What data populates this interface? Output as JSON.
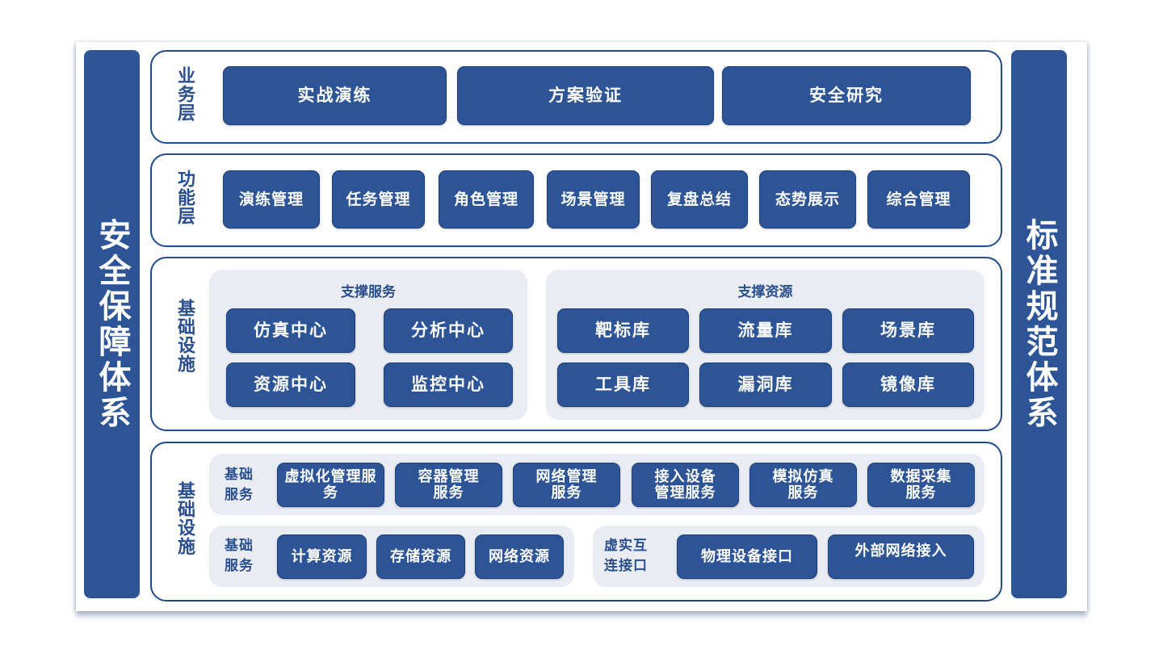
{
  "left_pillar": "安全保障体系",
  "right_pillar": "标准规范体系",
  "business": {
    "label": "业务层",
    "items": [
      "实战演练",
      "方案验证",
      "安全研究"
    ]
  },
  "function": {
    "label": "功能层",
    "items": [
      "演练管理",
      "任务管理",
      "角色管理",
      "场景管理",
      "复盘总结",
      "态势展示",
      "综合管理"
    ]
  },
  "infra1": {
    "label": "基础设施",
    "support_services": {
      "title": "支撑服务",
      "items": [
        "仿真中心",
        "分析中心",
        "资源中心",
        "监控中心"
      ]
    },
    "support_resources": {
      "title": "支撑资源",
      "items": [
        "靶标库",
        "流量库",
        "场景库",
        "工具库",
        "漏洞库",
        "镜像库"
      ]
    }
  },
  "infra2": {
    "label": "基础设施",
    "basic_services": {
      "label": "基础服务",
      "items": [
        "虚拟化管理服务",
        "容器管理服务",
        "网络管理服务",
        "接入设备管理服务",
        "模拟仿真服务",
        "数据采集服务"
      ]
    },
    "basic_resources": {
      "label": "基础服务",
      "items": [
        "计算资源",
        "存储资源",
        "网络资源"
      ]
    },
    "interfaces": {
      "label": "虚实互连接口",
      "items": [
        "物理设备接口",
        "外部网络接入"
      ]
    }
  },
  "colors": {
    "primary": "#2c5497",
    "border": "#1f4a8c",
    "panel": "#e9edf3"
  }
}
